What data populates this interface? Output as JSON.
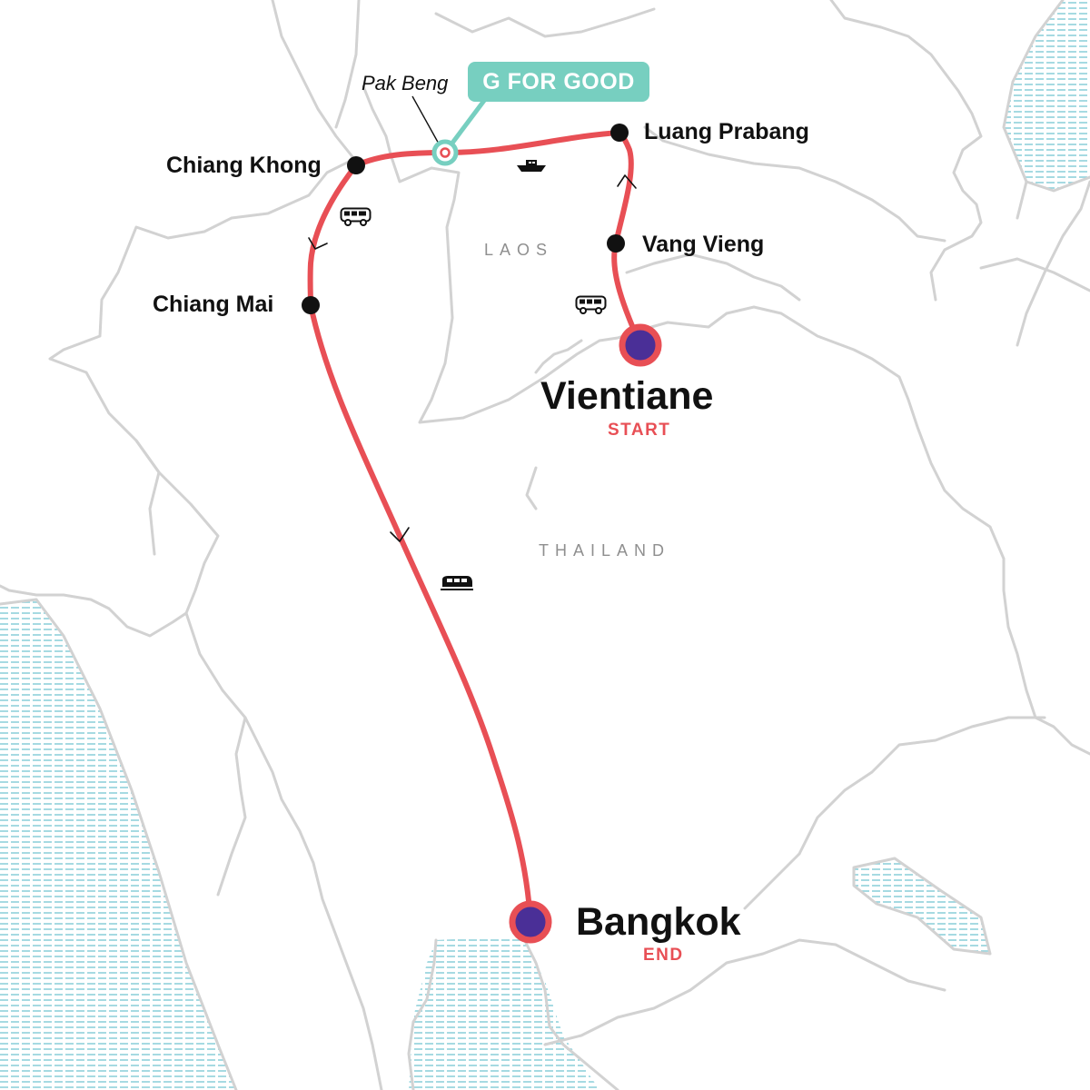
{
  "map": {
    "countries": [
      "LAOS",
      "THAILAND"
    ],
    "badge_label": "G FOR GOOD",
    "colors": {
      "route": "#e84f55",
      "badge": "#77cfc0",
      "endpoint_fill": "#4a2f97",
      "border": "#d2d2d2",
      "water": "#8fd0db",
      "stop_marker": "#111111"
    },
    "stops": [
      {
        "name": "Chiang Khong",
        "type": "stop"
      },
      {
        "name": "Pak Beng",
        "type": "highlight"
      },
      {
        "name": "Luang Prabang",
        "type": "stop"
      },
      {
        "name": "Vang Vieng",
        "type": "stop"
      },
      {
        "name": "Chiang Mai",
        "type": "stop"
      }
    ],
    "endpoints": [
      {
        "name": "Vientiane",
        "tag": "START"
      },
      {
        "name": "Bangkok",
        "tag": "END"
      }
    ],
    "transport_icons": [
      "bus-icon",
      "boat-icon",
      "bus-icon",
      "train-icon"
    ]
  }
}
